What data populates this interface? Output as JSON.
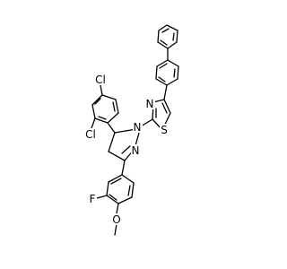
{
  "molecule": {
    "atoms": {
      "thiazole_n": "N",
      "thiazole_s": "S",
      "pyrazoline_n1": "N",
      "pyrazoline_n2": "N",
      "chloro_top": "Cl",
      "chloro_ortho": "Cl",
      "fluoro": "F",
      "methoxy_o": "O"
    }
  }
}
